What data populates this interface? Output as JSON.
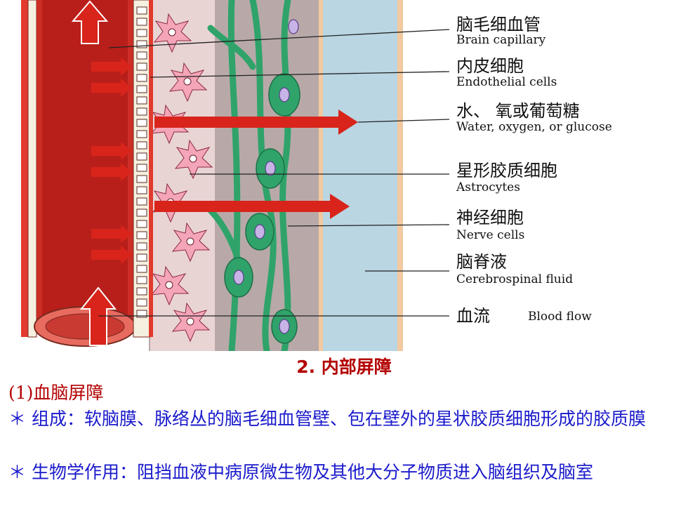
{
  "labels": [
    {
      "zh": "脑毛细血管",
      "en": "Brain capillary"
    },
    {
      "zh": "内皮细胞",
      "en": "Endothelial cells"
    },
    {
      "zh": "水、 氧或葡萄糖",
      "en": "Water, oxygen, or glucose"
    },
    {
      "zh": "星形胶质细胞",
      "en": "Astrocytes"
    },
    {
      "zh": "神经细胞",
      "en": "Nerve cells"
    },
    {
      "zh": "脑脊液",
      "en": "Cerebrospinal fluid"
    },
    {
      "zh": "血流",
      "en": "Blood flow"
    }
  ],
  "colors": {
    "vessel": "#e23a2e",
    "vessel_dark": "#b81f1a",
    "astrocyte_fill": "#f4a6b8",
    "nerve": "#2fa36a",
    "csf": "#b9d6e2",
    "arrow": "#d8241b",
    "heading": "#b30000",
    "body_text": "#1a1acc"
  },
  "text": {
    "heading": "2. 内部屏障",
    "sub_heading": "(1)血脑屏障",
    "para1": "＊ 组成：软脑膜、脉络丛的脑毛细血管壁、包在壁外的星状胶质细胞形成的胶质膜",
    "para2": "＊ 生物学作用：阻挡血液中病原微生物及其他大分子物质进入脑组织及脑室"
  }
}
